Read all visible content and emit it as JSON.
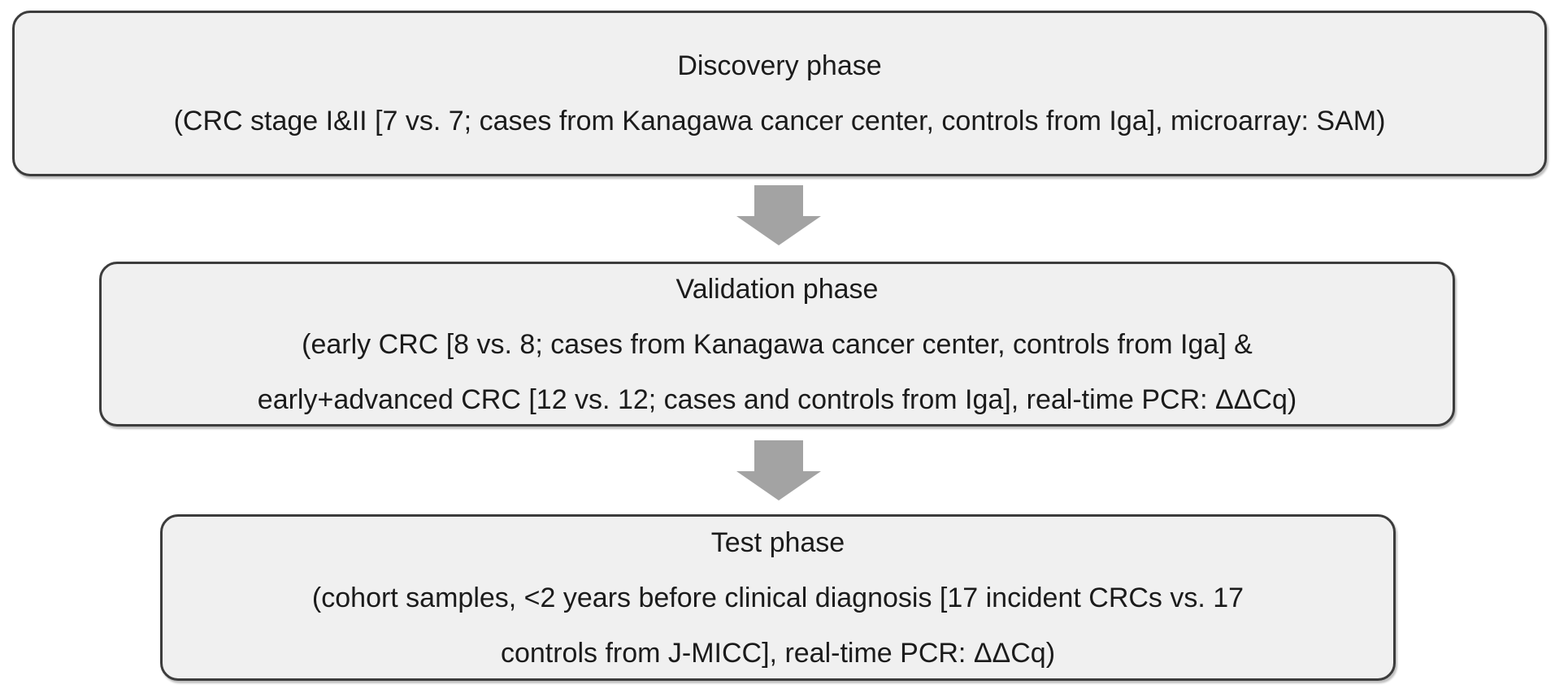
{
  "diagram": {
    "colors": {
      "box-fill": "#f0f0f0",
      "box-border": "#3c3c3c",
      "arrow-fill": "#a3a3a3"
    },
    "phases": [
      {
        "title": "Discovery phase",
        "lines": [
          "(CRC stage I&II [7 vs. 7; cases from Kanagawa cancer center, controls from Iga], microarray: SAM)"
        ]
      },
      {
        "title": "Validation phase",
        "lines": [
          "(early CRC [8 vs. 8; cases from Kanagawa cancer center, controls from Iga] &",
          "early+advanced CRC [12 vs. 12; cases and controls from Iga], real-time PCR: ΔΔCq)"
        ]
      },
      {
        "title": "Test phase",
        "lines": [
          "(cohort samples, <2 years before clinical diagnosis [17 incident CRCs vs. 17",
          "controls from J-MICC], real-time PCR: ΔΔCq)"
        ]
      }
    ]
  }
}
